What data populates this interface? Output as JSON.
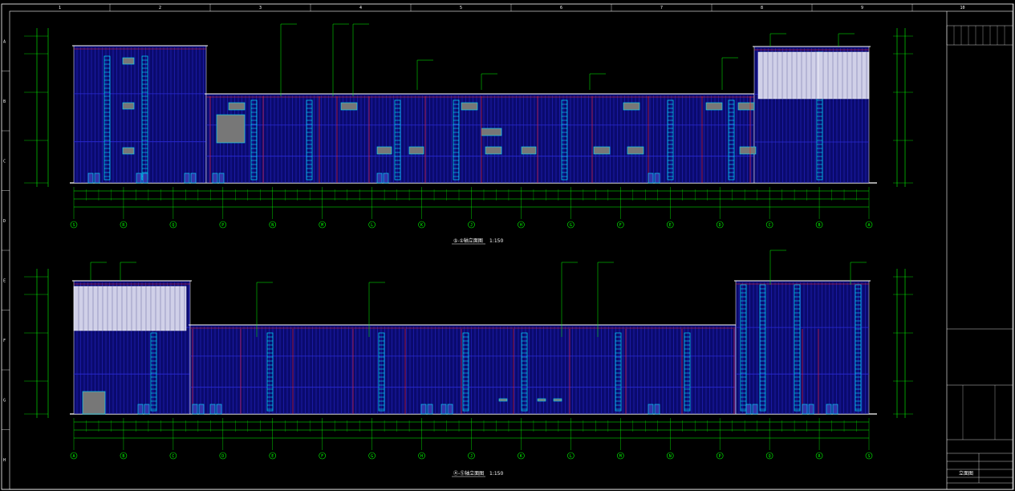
{
  "sheet": {
    "border_col_labels": [
      "1",
      "2",
      "3",
      "4",
      "5",
      "6",
      "7",
      "8",
      "9",
      "10"
    ],
    "border_row_labels": [
      "A",
      "B",
      "C",
      "D",
      "E",
      "F",
      "G",
      "H"
    ],
    "colors": {
      "background": "#000000",
      "facade_fill": "#0a0a6e",
      "panel_line": "#2b2bd6",
      "window_cyan": "#00e5ff",
      "dim_green": "#00ff00",
      "red_line": "#ff2020",
      "white_line": "#ffffff",
      "yellow": "#ffff00",
      "grey_panel": "#777777"
    }
  },
  "elevation_top": {
    "title": "⑤-①轴立面图",
    "scale": "1:150",
    "axis_labels": [
      "S",
      "R",
      "Q",
      "P",
      "N",
      "M",
      "L",
      "K",
      "J",
      "H",
      "G",
      "F",
      "E",
      "D",
      "C",
      "B",
      "A"
    ]
  },
  "elevation_bottom": {
    "title": "Ⓐ-Ⓢ轴立面图",
    "scale": "1:150",
    "axis_labels": [
      "A",
      "B",
      "C",
      "D",
      "E",
      "F",
      "G",
      "H",
      "J",
      "K",
      "L",
      "M",
      "N",
      "P",
      "Q",
      "R",
      "S"
    ]
  },
  "title_block": {
    "label": "立面图"
  }
}
